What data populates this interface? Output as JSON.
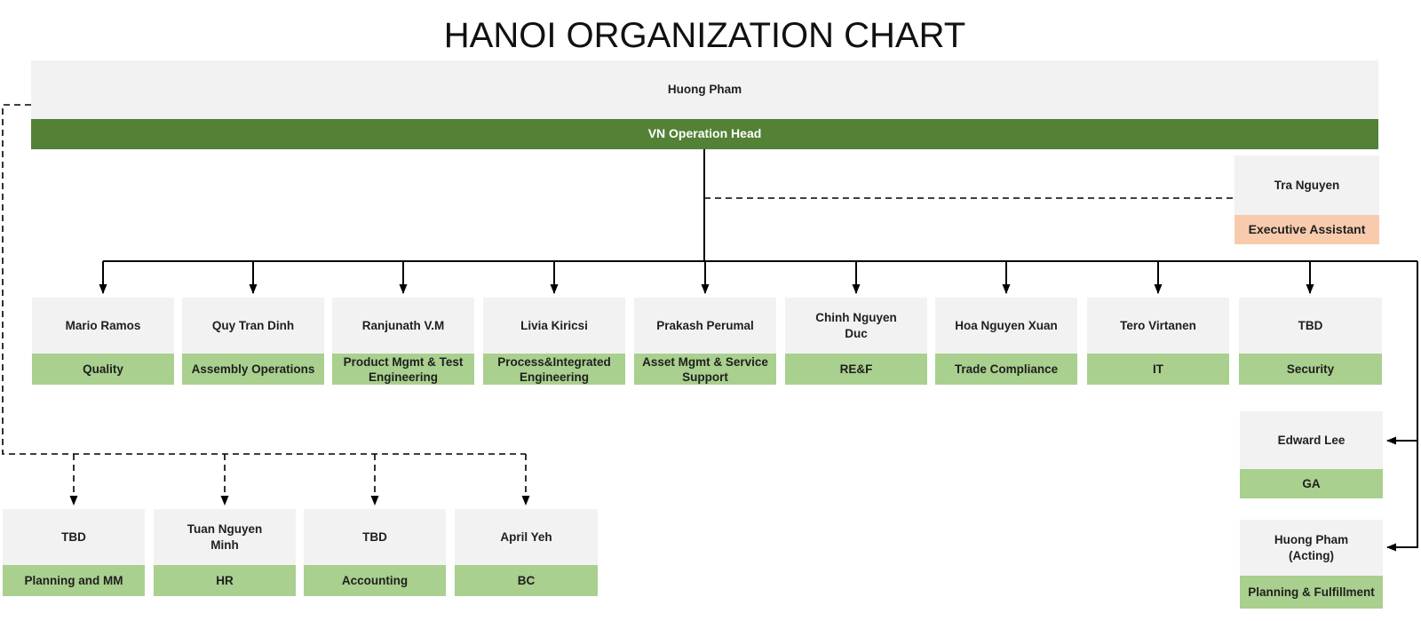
{
  "title": "HANOI ORGANIZATION CHART",
  "palette": {
    "header_green": "#538135",
    "role_green": "#A9D08E",
    "assistant_peach": "#F8CBAD",
    "box_gray": "#F2F2F2",
    "connector_black": "#000000"
  },
  "root": {
    "name": "Huong Pham",
    "role": "VN Operation Head"
  },
  "assistant": {
    "name": "Tra Nguyen",
    "role": "Executive Assistant"
  },
  "departments": [
    {
      "name": "Mario Ramos",
      "role": "Quality"
    },
    {
      "name": "Quy Tran Dinh",
      "role": "Assembly Operations"
    },
    {
      "name": "Ranjunath V.M",
      "role": "Product Mgmt & Test Engineering"
    },
    {
      "name": "Livia Kiricsi",
      "role": "Process&Integrated Engineering"
    },
    {
      "name": "Prakash Perumal",
      "role": "Asset Mgmt & Service Support"
    },
    {
      "name": "Chinh Nguyen Duc",
      "role": "RE&F"
    },
    {
      "name": "Hoa Nguyen Xuan",
      "role": "Trade Compliance"
    },
    {
      "name": "Tero Virtanen",
      "role": "IT"
    },
    {
      "name": "TBD",
      "role": "Security"
    }
  ],
  "support_row": [
    {
      "name": "TBD",
      "role": "Planning and MM"
    },
    {
      "name": "Tuan Nguyen Minh",
      "role": "HR"
    },
    {
      "name": "TBD",
      "role": "Accounting"
    },
    {
      "name": "April Yeh",
      "role": "BC"
    }
  ],
  "right_column": [
    {
      "name": "Edward Lee",
      "role": "GA"
    },
    {
      "name": "Huong Pham (Acting)",
      "role": "Planning & Fulfillment"
    }
  ]
}
